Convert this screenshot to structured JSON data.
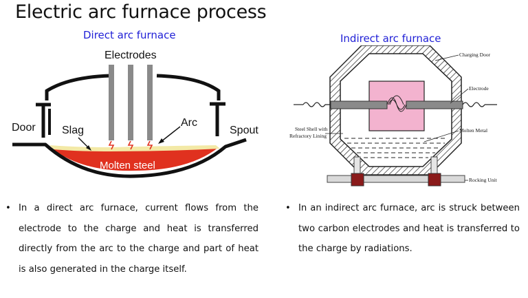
{
  "title": "Electric arc furnace process",
  "direct": {
    "subtitle": "Direct arc furnace",
    "labels": {
      "electrodes": "Electrodes",
      "door": "Door",
      "slag": "Slag",
      "arc": "Arc",
      "spout": "Spout",
      "molten_steel": "Molten steel"
    },
    "bullet": "In a direct arc furnace, current flows from the electrode to the charge and heat is transferred directly from the arc to the charge and part of heat is also generated in the charge itself."
  },
  "indirect": {
    "subtitle": "Indirect arc furnace",
    "labels": {
      "charging_door": "Charging Door",
      "electrode": "Electrode",
      "steel_shell_line1": "Steel Shell with",
      "steel_shell_line2": "Refractory Lining",
      "molten_metal": "Molten Metal",
      "rocking_unit": "Rocking Unit"
    },
    "bullet": "In an indirect arc furnace, arc is struck between two carbon electrodes and heat is transferred to the charge by radiations."
  },
  "bullet_symbol": "•",
  "colors": {
    "subtitle": "#1f1fd6",
    "molten_steel": "#e0311f",
    "slag": "#f3e9a6",
    "electrode": "#8a8a8a",
    "arc_spark": "#e0311f",
    "charge_box": "#f3b3cf",
    "rocking_block": "#8a1a1a"
  }
}
